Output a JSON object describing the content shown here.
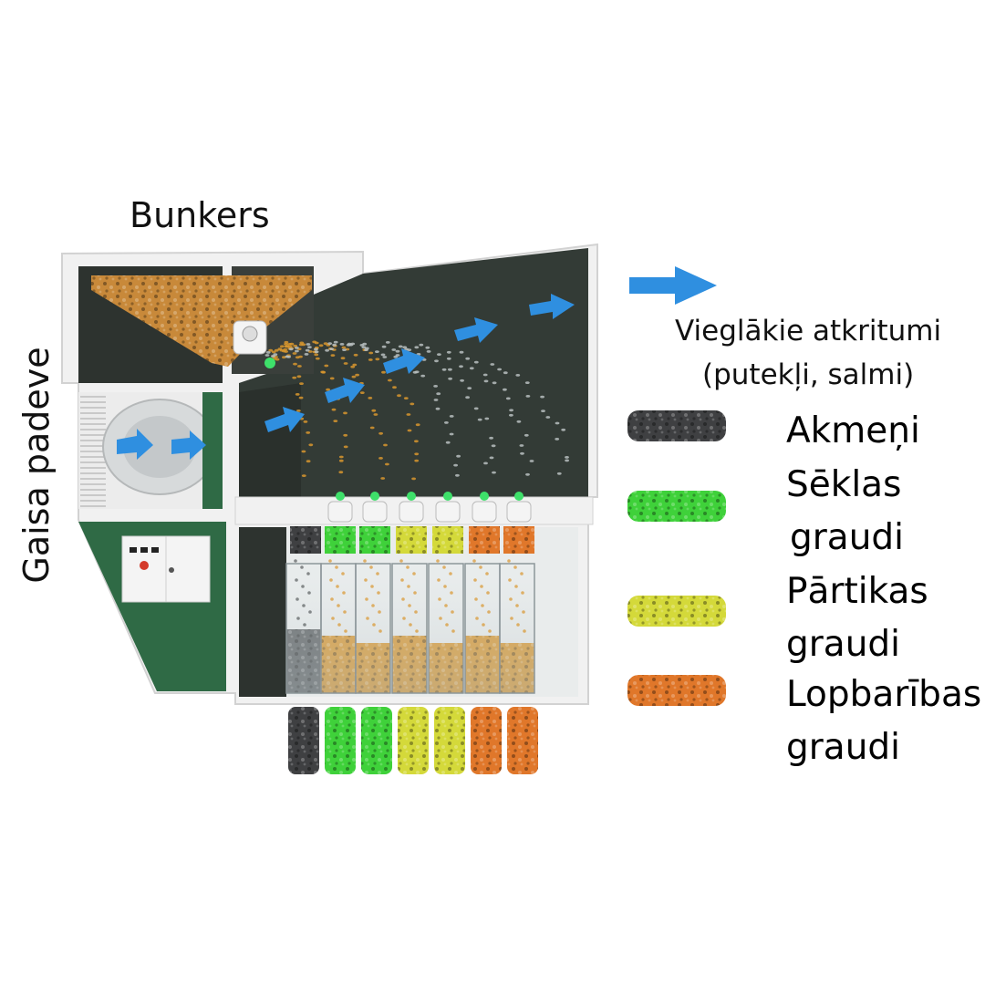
{
  "labels": {
    "bunker": "Bunkers",
    "air_supply": "Gaisa padeve",
    "light_waste_line1": "Vieglākie atkritumi",
    "light_waste_line2": "(putekļi, salmi)"
  },
  "legend": [
    {
      "lines": [
        "Akmeņi"
      ],
      "color": "#3f4042"
    },
    {
      "lines": [
        "Sēklas",
        "graudi"
      ],
      "color": "#3fd13a"
    },
    {
      "lines": [
        "Pārtikas",
        "graudi"
      ],
      "color": "#d4d93a"
    },
    {
      "lines": [
        "Lopbarības",
        "graudi"
      ],
      "color": "#e0772a"
    }
  ],
  "bins": [
    "#3f4042",
    "#3fd13a",
    "#3fd13a",
    "#d4d93a",
    "#d4d93a",
    "#e0772a",
    "#e0772a"
  ],
  "colors": {
    "machine_green": "#2f6a45",
    "frame_white": "#f1f1f1",
    "interior_dark": "#333b36",
    "grain": "#d8962e",
    "air_arrow": "#2f8fe0",
    "indicator_green": "#3ee06a"
  }
}
